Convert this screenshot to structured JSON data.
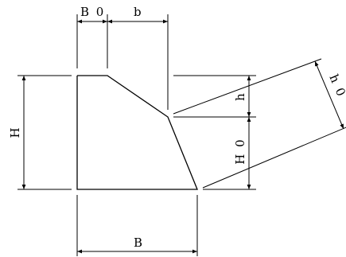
{
  "labels": {
    "b0": "B 0",
    "b": "b",
    "H": "H",
    "h": "h",
    "H0": "H 0",
    "h0": "h 0",
    "B": "B"
  },
  "colors": {
    "stroke": "#000000",
    "background": "#ffffff"
  }
}
